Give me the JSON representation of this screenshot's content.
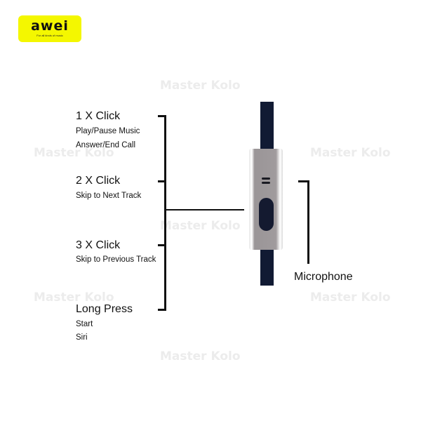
{
  "logo": {
    "brand": "awei",
    "tagline": "For all kinds of music",
    "color": "#f4f700"
  },
  "watermark": "Master Kolo",
  "functions": [
    {
      "title": "1 X Click",
      "lines": [
        "Play/Pause Music",
        "Answer/End Call"
      ]
    },
    {
      "title": "2 X Click",
      "lines": [
        "Skip to Next Track"
      ]
    },
    {
      "title": "3 X Click",
      "lines": [
        "Skip to Previous Track"
      ]
    },
    {
      "title": "Long Press",
      "lines": [
        "Start",
        "Siri"
      ]
    }
  ],
  "microphone_label": "Microphone",
  "colors": {
    "cable": "#111a33",
    "housing": "#9a9597",
    "button": "#141a30"
  }
}
